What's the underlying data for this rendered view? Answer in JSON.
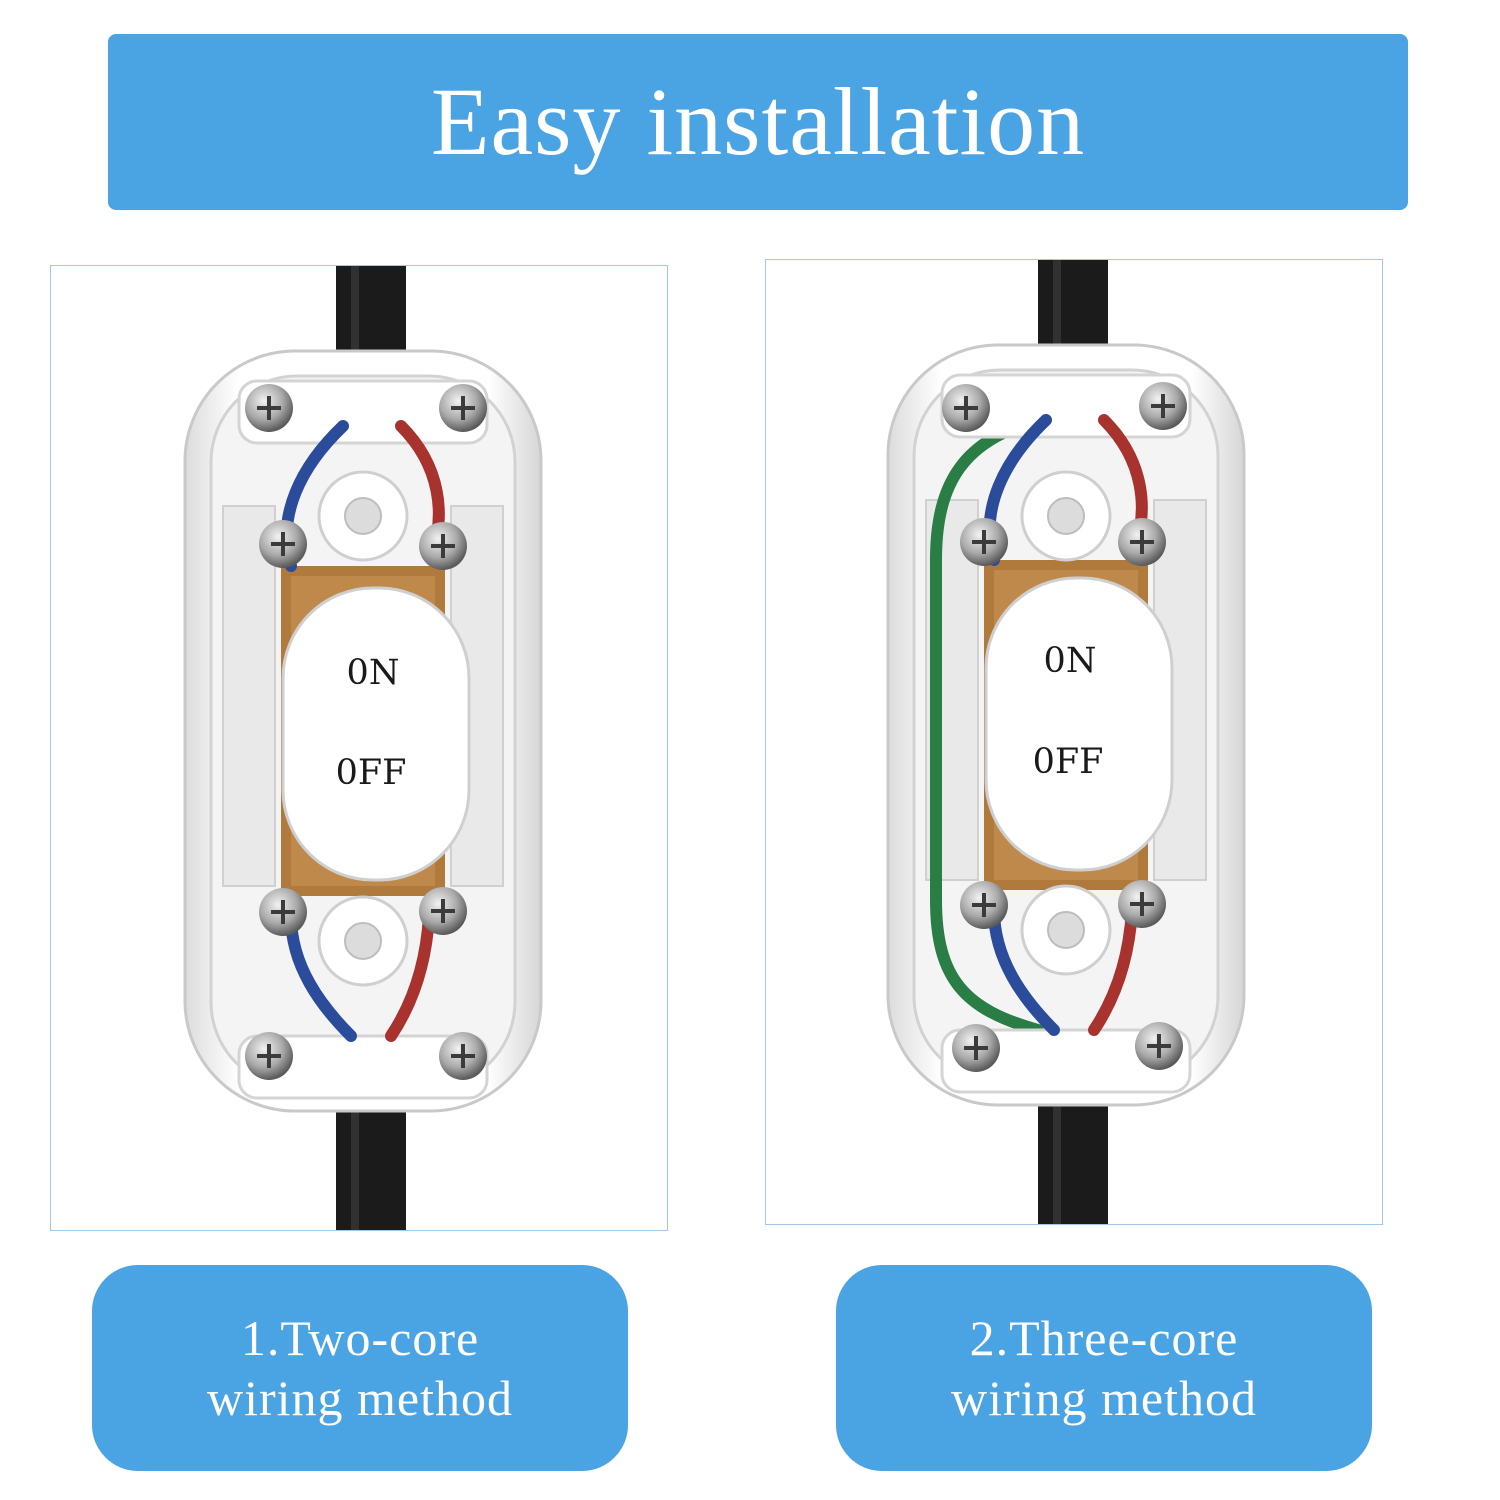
{
  "header": {
    "title": "Easy installation"
  },
  "colors": {
    "accent": "#4aa3e2",
    "cable": "#1b1b1b",
    "wire_blue": "#2b4c9a",
    "wire_red": "#a8322d",
    "wire_green": "#2a7d45",
    "housing": "#ffffff",
    "brass": "#b07a3c"
  },
  "panels": [
    {
      "switch_labels": {
        "on": "0N",
        "off": "0FF"
      },
      "caption": {
        "line1": "1.Two-core",
        "line2": "wiring method"
      },
      "wires": [
        "blue",
        "red"
      ]
    },
    {
      "switch_labels": {
        "on": "0N",
        "off": "0FF"
      },
      "caption": {
        "line1": "2.Three-core",
        "line2": "wiring method"
      },
      "wires": [
        "blue",
        "red",
        "green"
      ]
    }
  ]
}
